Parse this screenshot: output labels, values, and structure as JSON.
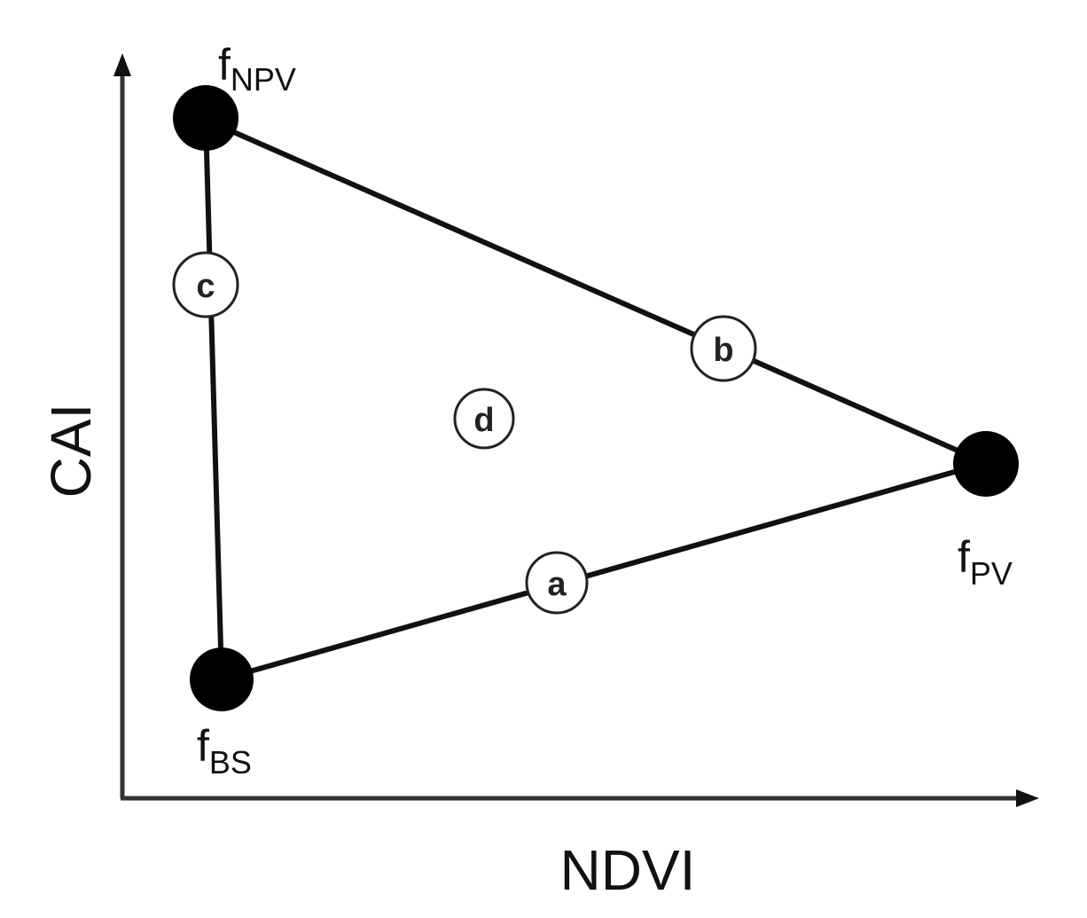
{
  "diagram": {
    "x_axis_label": "NDVI",
    "y_axis_label": "CAI",
    "endmembers": {
      "npv": {
        "main": "f",
        "sub": "NPV"
      },
      "pv": {
        "main": "f",
        "sub": "PV"
      },
      "bs": {
        "main": "f",
        "sub": "BS"
      }
    },
    "regions": {
      "a": "a",
      "b": "b",
      "c": "c",
      "d": "d"
    }
  },
  "colors": {
    "line": "#111111",
    "vertex": "#000000",
    "background": "#ffffff"
  }
}
